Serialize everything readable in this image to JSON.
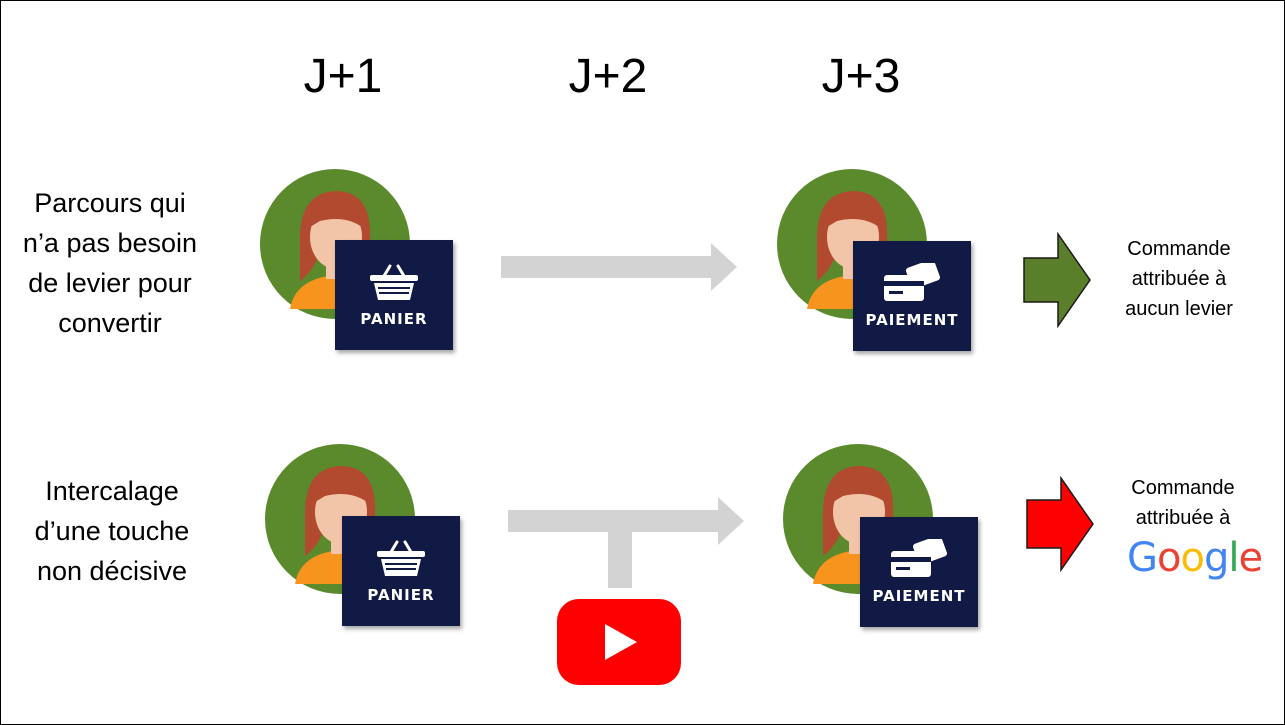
{
  "days": [
    "J+1",
    "J+2",
    "J+3"
  ],
  "rows": [
    {
      "label_lines": [
        "Parcours qui",
        "n’a pas besoin",
        "de levier pour",
        "convertir"
      ],
      "step1_badge": "PANIER",
      "step2_badge": "PAIEMENT",
      "outcome_lines": [
        "Commande",
        "attribuée à",
        "aucun levier"
      ],
      "outcome_arrow_color": "#5a7f2a"
    },
    {
      "label_lines": [
        "Intercalage",
        "d’une touche",
        "non décisive"
      ],
      "step1_badge": "PANIER",
      "step2_badge": "PAIEMENT",
      "touch_icon": "youtube-icon",
      "outcome_lines": [
        "Commande",
        "attribuée à"
      ],
      "outcome_logo": "Google",
      "outcome_arrow_color": "#ff0000"
    }
  ],
  "colors": {
    "avatar_bg": "#5a8a2c",
    "badge_bg": "#101a45",
    "flow_arrow": "#d3d3d3",
    "youtube_red": "#ff0000",
    "google": [
      "#4285f4",
      "#ea4335",
      "#fbbc05",
      "#4285f4",
      "#34a853",
      "#ea4335"
    ]
  }
}
